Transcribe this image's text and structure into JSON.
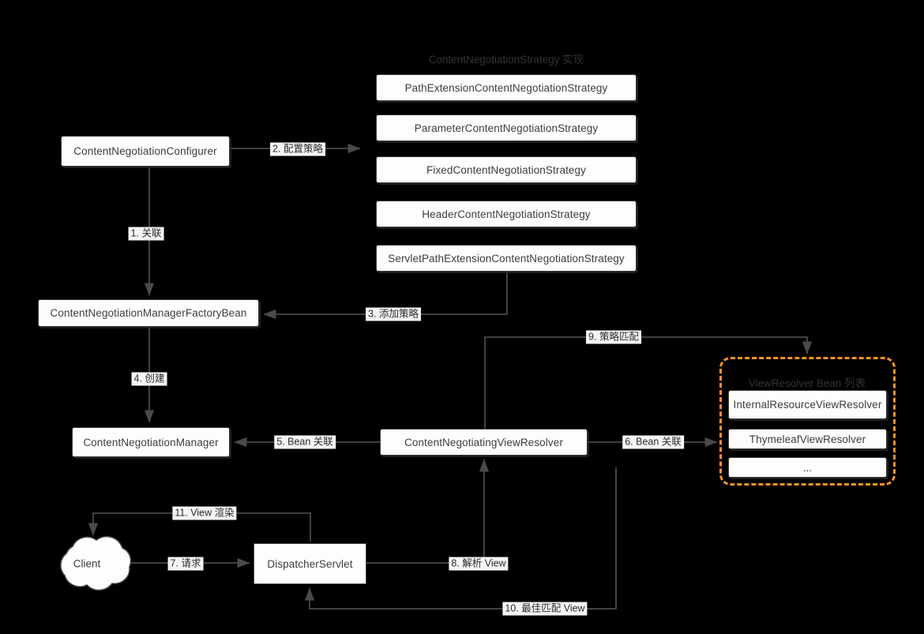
{
  "diagram": {
    "title_strategy_group": "ContentNegotiationStrategy 实现",
    "title_viewresolver_group": "ViewResolver Bean 列表",
    "accent_dashed_color": "#f29422",
    "node_fill": "#fdfdfd",
    "node_border": "#3a3a3a",
    "background": "#000000"
  },
  "nodes": {
    "strategy_list": [
      {
        "label": "PathExtensionContentNegotiationStrategy"
      },
      {
        "label": "ParameterContentNegotiationStrategy"
      },
      {
        "label": "FixedContentNegotiationStrategy"
      },
      {
        "label": "HeaderContentNegotiationStrategy"
      },
      {
        "label": "ServletPathExtensionContentNegotiationStrategy"
      }
    ],
    "configurer": "ContentNegotiationConfigurer",
    "factory_bean": "ContentNegotiationManagerFactoryBean",
    "manager": "ContentNegotiationManager",
    "negotiating_view_resolver": "ContentNegotiatingViewResolver",
    "dispatcher_servlet": "DispatcherServlet",
    "client": "Client",
    "view_resolvers": [
      {
        "label": "InternalResourceViewResolver"
      },
      {
        "label": "ThymeleafViewResolver"
      },
      {
        "label": "..."
      }
    ]
  },
  "edges": [
    {
      "id": "e1",
      "label": "1. 关联"
    },
    {
      "id": "e2",
      "label": "2. 配置策略"
    },
    {
      "id": "e3",
      "label": "3. 添加策略"
    },
    {
      "id": "e4",
      "label": "4. 创建"
    },
    {
      "id": "e5",
      "label": "5. Bean 关联"
    },
    {
      "id": "e6",
      "label": "6. Bean 关联"
    },
    {
      "id": "e7",
      "label": "7. 请求"
    },
    {
      "id": "e8",
      "label": "8. 解析 View"
    },
    {
      "id": "e9",
      "label": "9. 策略匹配"
    },
    {
      "id": "e10",
      "label": "10. 最佳匹配 View"
    },
    {
      "id": "e11",
      "label": "11. View 渲染"
    }
  ]
}
